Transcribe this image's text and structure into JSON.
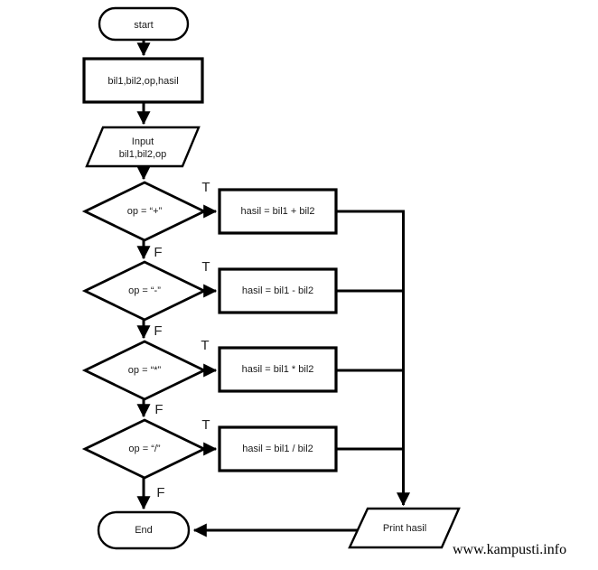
{
  "diagram": {
    "watermark": "www.kampusti.info",
    "edge_labels": {
      "T": "T",
      "F": "F"
    },
    "nodes": {
      "start": {
        "label": "start"
      },
      "declare": {
        "label": "bil1,bil2,op,hasil"
      },
      "input": {
        "line1": "Input",
        "line2": "bil1,bil2,op"
      },
      "decision_add": {
        "label": "op = “+”"
      },
      "decision_sub": {
        "label": "op = “-”"
      },
      "decision_mul": {
        "label": "op = “*”"
      },
      "decision_div": {
        "label": "op = “/”"
      },
      "process_add": {
        "label": "hasil = bil1 + bil2"
      },
      "process_sub": {
        "label": "hasil = bil1 - bil2"
      },
      "process_mul": {
        "label": "hasil = bil1 * bil2"
      },
      "process_div": {
        "label": "hasil = bil1 / bil2"
      },
      "print": {
        "label": "Print hasil"
      },
      "end": {
        "label": "End"
      }
    },
    "colors": {
      "stroke": "#000000",
      "background": "#ffffff",
      "text": "#1a1a1a"
    }
  }
}
